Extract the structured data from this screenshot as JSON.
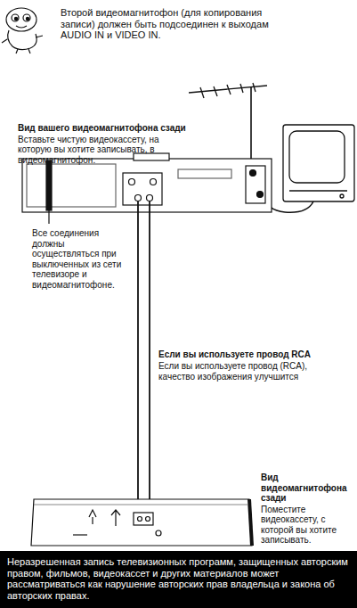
{
  "diagram": {
    "nodes": [
      {
        "text": [
          "Вид вашего видеомагнитофона сзади",
          "Вставьте чистую видеокассету, на которую вы хотите записывать, в видеомагнитофон."
        ]
      },
      {
        "text": [
          "Вид видеомагнитофона сзади",
          "Поместите видеокассету, с которой вы хотите записывать."
        ]
      },
      {
        "text": [
          "Неразрешенная запись телевизионных программ, защищенных авторским правом, фильмов, видеокассет и других материалов может рассматриваться как нарушение авторских прав владельца и закона об авторских правах."
        ]
      }
    ],
    "edges": [
      {
        "from": 1,
        "to": 0,
        "arrow": "none"
      },
      {
        "from": 1,
        "to": 0,
        "arrow": "none"
      }
    ],
    "labels": [
      "Второй видеомагнитофон (для копирования записи) должен быть подсоединен к выходам AUDIO IN и VIDEO IN.",
      "Все соединения должны осуществляться при выключенных из сети телевизоре и видеомагнитофоне.",
      "Если вы используете провод RCA",
      "Если вы используете провод (RCA), качество изображения улучшится"
    ]
  }
}
